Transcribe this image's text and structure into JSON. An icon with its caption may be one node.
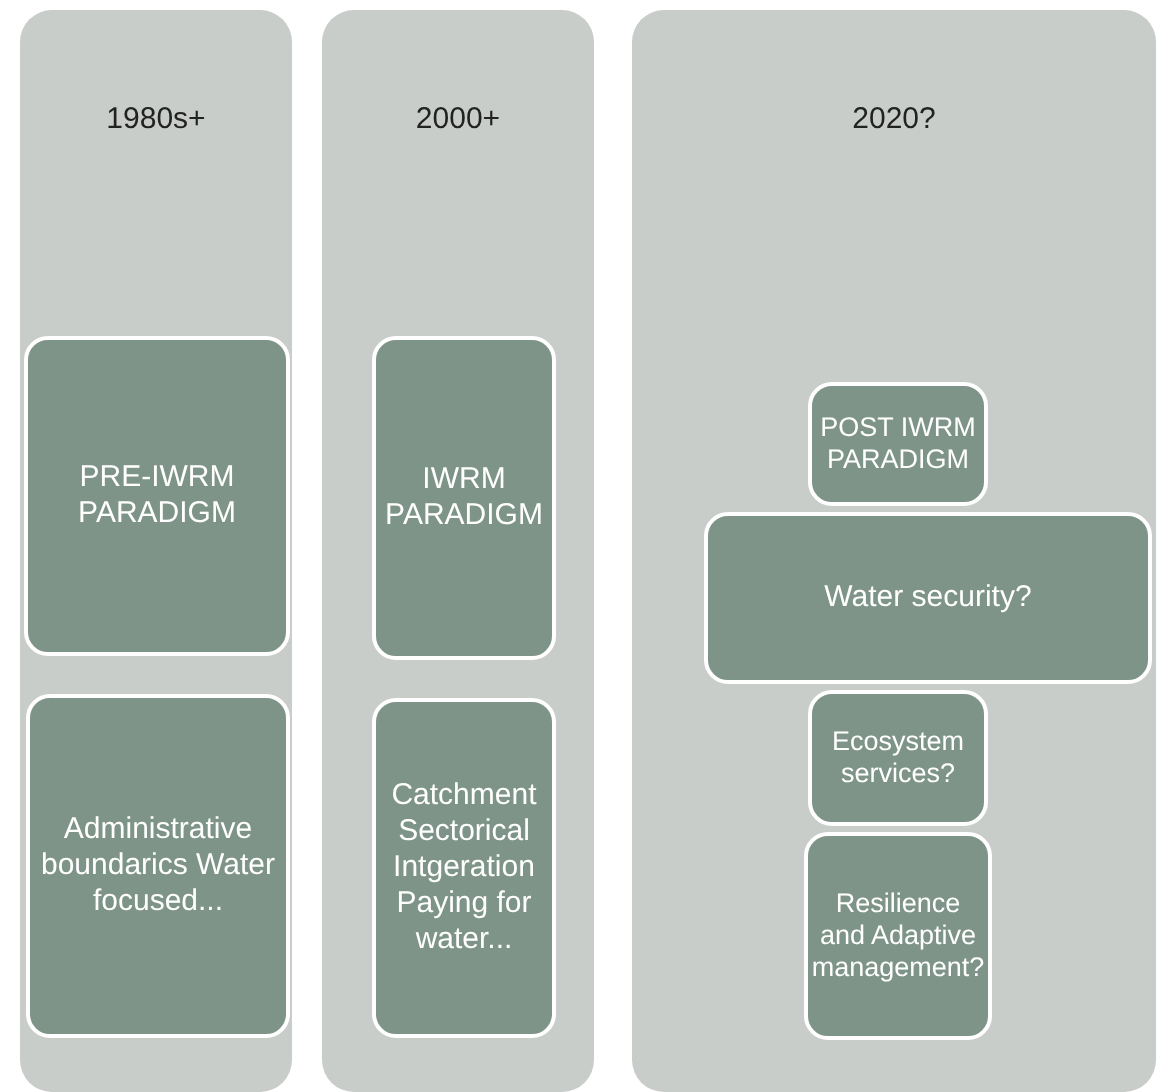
{
  "diagram": {
    "nodes": [
      {
        "text": [
          "1980s+"
        ]
      },
      {
        "text": [
          "PRE-IWRM PARADIGM"
        ],
        "in": 0
      },
      {
        "text": [
          "Administrative boundarics Water focused..."
        ],
        "in": 0
      },
      {
        "text": [
          "2000+"
        ]
      },
      {
        "text": [
          "IWRM PARADIGM"
        ],
        "in": 3
      },
      {
        "text": [
          "Catchment Sectorical Intgeration Paying for water..."
        ],
        "in": 3
      },
      {
        "text": [
          "2020?"
        ]
      },
      {
        "text": [
          "POST IWRM PARADIGM"
        ],
        "in": 6
      },
      {
        "text": [
          "Water security?"
        ],
        "in": 6
      },
      {
        "text": [
          "Ecosystem services?"
        ],
        "in": 6
      },
      {
        "text": [
          "Resilience and Adaptive management?"
        ],
        "in": 6
      }
    ]
  }
}
